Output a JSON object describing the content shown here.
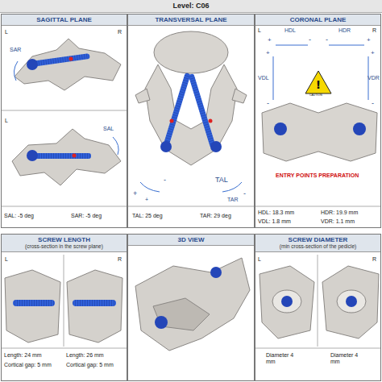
{
  "diagram": {
    "title": "Level: C06",
    "nodes": [
      {
        "text": [
          "SAGITTAL PLANE"
        ]
      },
      {
        "text": [
          "TRANSVERSAL PLANE"
        ]
      },
      {
        "text": [
          "CORONAL PLANE"
        ]
      },
      {
        "text": [
          "SCREW LENGTH",
          "(cross-section in the screw plane)"
        ]
      },
      {
        "text": [
          "3D VIEW"
        ]
      },
      {
        "text": [
          "SCREW DIAMETER",
          "(min cross-section of the pedicle)"
        ]
      }
    ],
    "labels": [
      "L",
      "R",
      "SAR",
      "L",
      "SAL",
      "SAL: -5 deg",
      "SAR: -5 deg",
      "+",
      "-",
      "TAL",
      "-",
      "+",
      "TAR",
      "TAL: 25 deg",
      "TAR: 29 deg",
      "L",
      "R",
      "HDL",
      "HDR",
      "+",
      "-",
      "-",
      "+",
      "VDL",
      "+",
      "-",
      "VDR",
      "+",
      "-",
      "CAUTION",
      "ENTRY POINTS PREPARATION",
      "HDL: 18.3 mm",
      "VDL: 1.8 mm",
      "HDR: 19.9 mm",
      "VDR: 1.1 mm",
      "L",
      "R",
      "Length: 24 mm",
      "Cortical gap: 5 mm",
      "Length: 26 mm",
      "Cortical gap: 5 mm",
      "L",
      "R",
      "Diameter 4 mm",
      "Diameter 4 mm"
    ]
  }
}
